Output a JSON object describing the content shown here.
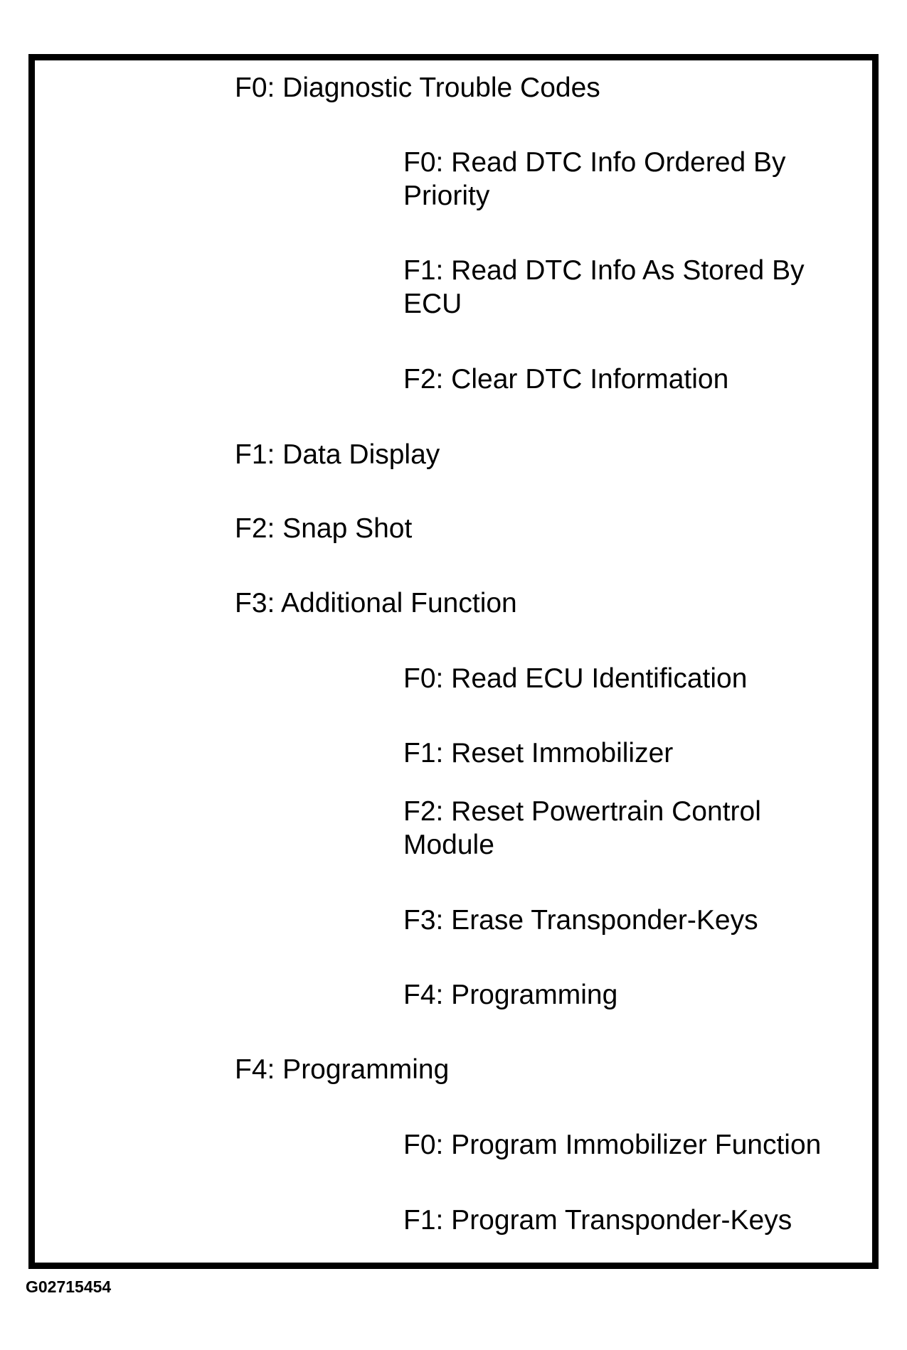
{
  "menu": {
    "items": [
      {
        "label": "F0: Diagnostic Trouble Codes",
        "level": 1
      },
      {
        "label": "F0: Read DTC Info Ordered By Priority",
        "level": 2
      },
      {
        "label": "F1: Read DTC Info As Stored By ECU",
        "level": 2
      },
      {
        "label": "F2: Clear DTC Information",
        "level": 2
      },
      {
        "label": "F1: Data Display",
        "level": 1
      },
      {
        "label": "F2: Snap Shot",
        "level": 1
      },
      {
        "label": "F3: Additional Function",
        "level": 1
      },
      {
        "label": "F0: Read ECU Identification",
        "level": 2
      },
      {
        "label": "F1: Reset Immobilizer",
        "level": 2
      },
      {
        "label": "F2: Reset Powertrain Control Module",
        "level": 2
      },
      {
        "label": "F3: Erase Transponder-Keys",
        "level": 2
      },
      {
        "label": "F4: Programming",
        "level": 2
      },
      {
        "label": "F4: Programming",
        "level": 1
      },
      {
        "label": "F0: Program Immobilizer Function",
        "level": 2
      },
      {
        "label": "F1: Program Transponder-Keys",
        "level": 2
      }
    ]
  },
  "figure_id": "G02715454"
}
